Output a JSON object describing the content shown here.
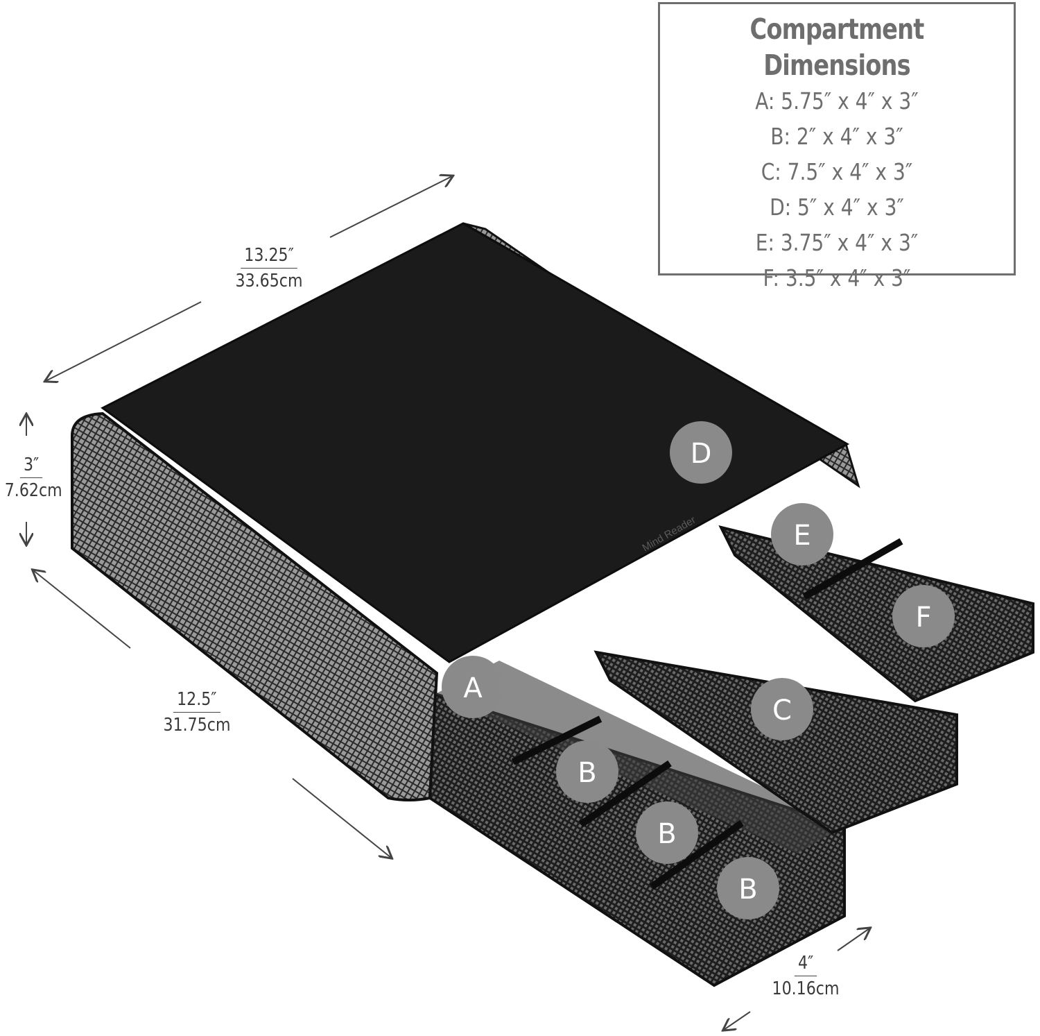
{
  "dimensions_box": {
    "title": "Compartment Dimensions",
    "rows": [
      "A: 5.75″ x 4″ x 3″",
      "B: 2″ x 4″ x 3″",
      "C: 7.5″ x 4″ x 3″",
      "D: 5″ x 4″ x 3″",
      "E: 3.75″ x 4″ x 3″",
      "F: 3.5″ x 4″ x 3″"
    ]
  },
  "measurements": {
    "width": {
      "inches": "13.25″",
      "cm": "33.65cm"
    },
    "height": {
      "inches": "3″",
      "cm": "7.62cm"
    },
    "depth": {
      "inches": "12.5″",
      "cm": "31.75cm"
    },
    "drawer": {
      "inches": "4″",
      "cm": "10.16cm"
    }
  },
  "compartment_labels": {
    "a": "A",
    "b1": "B",
    "b2": "B",
    "b3": "B",
    "c": "C",
    "d": "D",
    "e": "E",
    "f": "F"
  },
  "brand": "Mind Reader",
  "colors": {
    "label_circle": "#8a8a8a",
    "frame": "#1c1c1c",
    "top": "#1a1a1a",
    "text_gray": "#6e6e6e"
  }
}
